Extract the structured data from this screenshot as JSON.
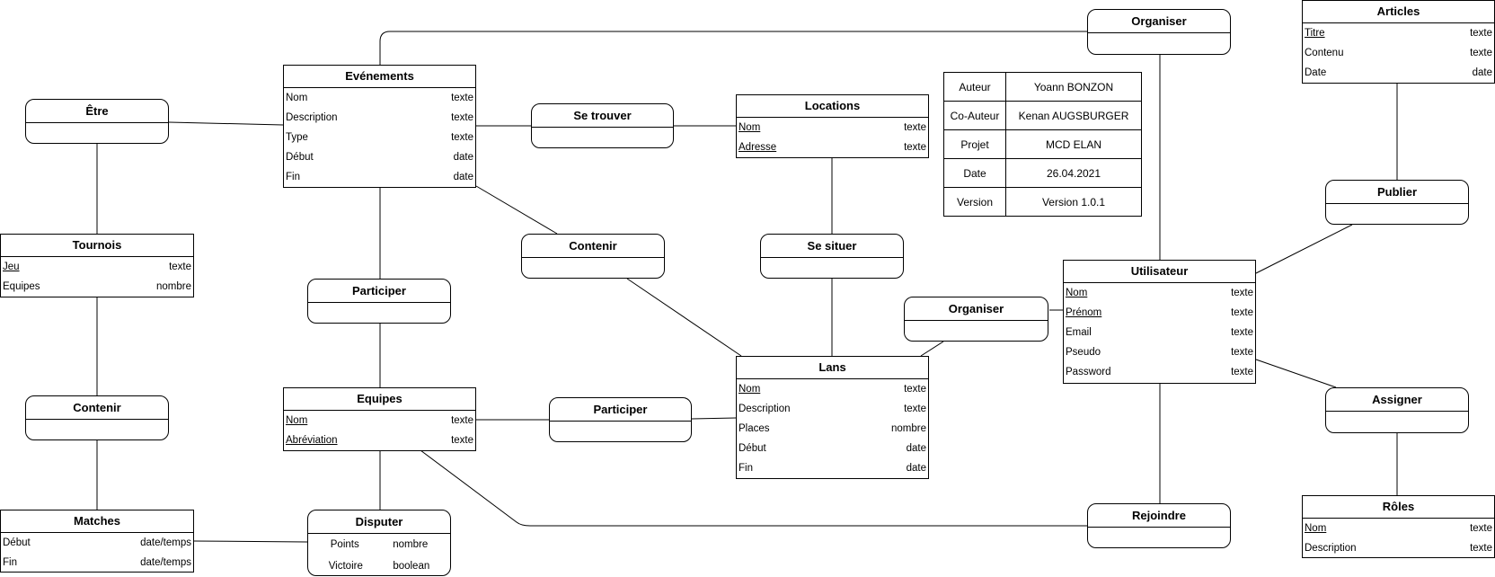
{
  "entities": {
    "evenements": {
      "title": "Evénements",
      "rows": [
        {
          "k": "Nom",
          "t": "texte"
        },
        {
          "k": "Description",
          "t": "texte"
        },
        {
          "k": "Type",
          "t": "texte"
        },
        {
          "k": "Début",
          "t": "date"
        },
        {
          "k": "Fin",
          "t": "date"
        }
      ]
    },
    "locations": {
      "title": "Locations",
      "rows": [
        {
          "k": "Nom",
          "t": "texte",
          "key": true
        },
        {
          "k": "Adresse",
          "t": "texte",
          "key": true
        }
      ]
    },
    "tournois": {
      "title": "Tournois",
      "rows": [
        {
          "k": "Jeu",
          "t": "texte",
          "key": true
        },
        {
          "k": "Equipes",
          "t": "nombre"
        }
      ]
    },
    "equipes": {
      "title": "Equipes",
      "rows": [
        {
          "k": "Nom",
          "t": "texte",
          "key": true
        },
        {
          "k": "Abréviation",
          "t": "texte",
          "key": true
        }
      ]
    },
    "lans": {
      "title": "Lans",
      "rows": [
        {
          "k": "Nom",
          "t": "texte",
          "key": true
        },
        {
          "k": "Description",
          "t": "texte"
        },
        {
          "k": "Places",
          "t": "nombre"
        },
        {
          "k": "Début",
          "t": "date"
        },
        {
          "k": "Fin",
          "t": "date"
        }
      ]
    },
    "matches": {
      "title": "Matches",
      "rows": [
        {
          "k": "Début",
          "t": "date/temps"
        },
        {
          "k": "Fin",
          "t": "date/temps"
        }
      ]
    },
    "utilisateur": {
      "title": "Utilisateur",
      "rows": [
        {
          "k": "Nom",
          "t": "texte",
          "key": true
        },
        {
          "k": "Prénom",
          "t": "texte",
          "key": true
        },
        {
          "k": "Email",
          "t": "texte"
        },
        {
          "k": "Pseudo",
          "t": "texte"
        },
        {
          "k": "Password",
          "t": "texte"
        }
      ]
    },
    "articles": {
      "title": "Articles",
      "rows": [
        {
          "k": "Titre",
          "t": "texte",
          "key": true
        },
        {
          "k": "Contenu",
          "t": "texte"
        },
        {
          "k": "Date",
          "t": "date"
        }
      ]
    },
    "roles": {
      "title": "Rôles",
      "rows": [
        {
          "k": "Nom",
          "t": "texte",
          "key": true
        },
        {
          "k": "Description",
          "t": "texte"
        }
      ]
    }
  },
  "associations": {
    "etre": {
      "title": "Être"
    },
    "se_trouver": {
      "title": "Se trouver"
    },
    "contenir_ev": {
      "title": "Contenir"
    },
    "se_situer": {
      "title": "Se situer"
    },
    "participer_ev": {
      "title": "Participer"
    },
    "participer_lan": {
      "title": "Participer"
    },
    "contenir_tournoi": {
      "title": "Contenir"
    },
    "disputer": {
      "title": "Disputer",
      "rows": [
        {
          "k": "Points",
          "t": "nombre"
        },
        {
          "k": "Victoire",
          "t": "boolean"
        }
      ]
    },
    "organiser_top": {
      "title": "Organiser"
    },
    "organiser_lan": {
      "title": "Organiser"
    },
    "publier": {
      "title": "Publier"
    },
    "assigner": {
      "title": "Assigner"
    },
    "rejoindre": {
      "title": "Rejoindre"
    }
  },
  "meta": {
    "rows": [
      {
        "label": "Auteur",
        "value": "Yoann BONZON"
      },
      {
        "label": "Co-Auteur",
        "value": "Kenan AUGSBURGER"
      },
      {
        "label": "Projet",
        "value": "MCD ELAN"
      },
      {
        "label": "Date",
        "value": "26.04.2021"
      },
      {
        "label": "Version",
        "value": "Version 1.0.1"
      }
    ]
  }
}
